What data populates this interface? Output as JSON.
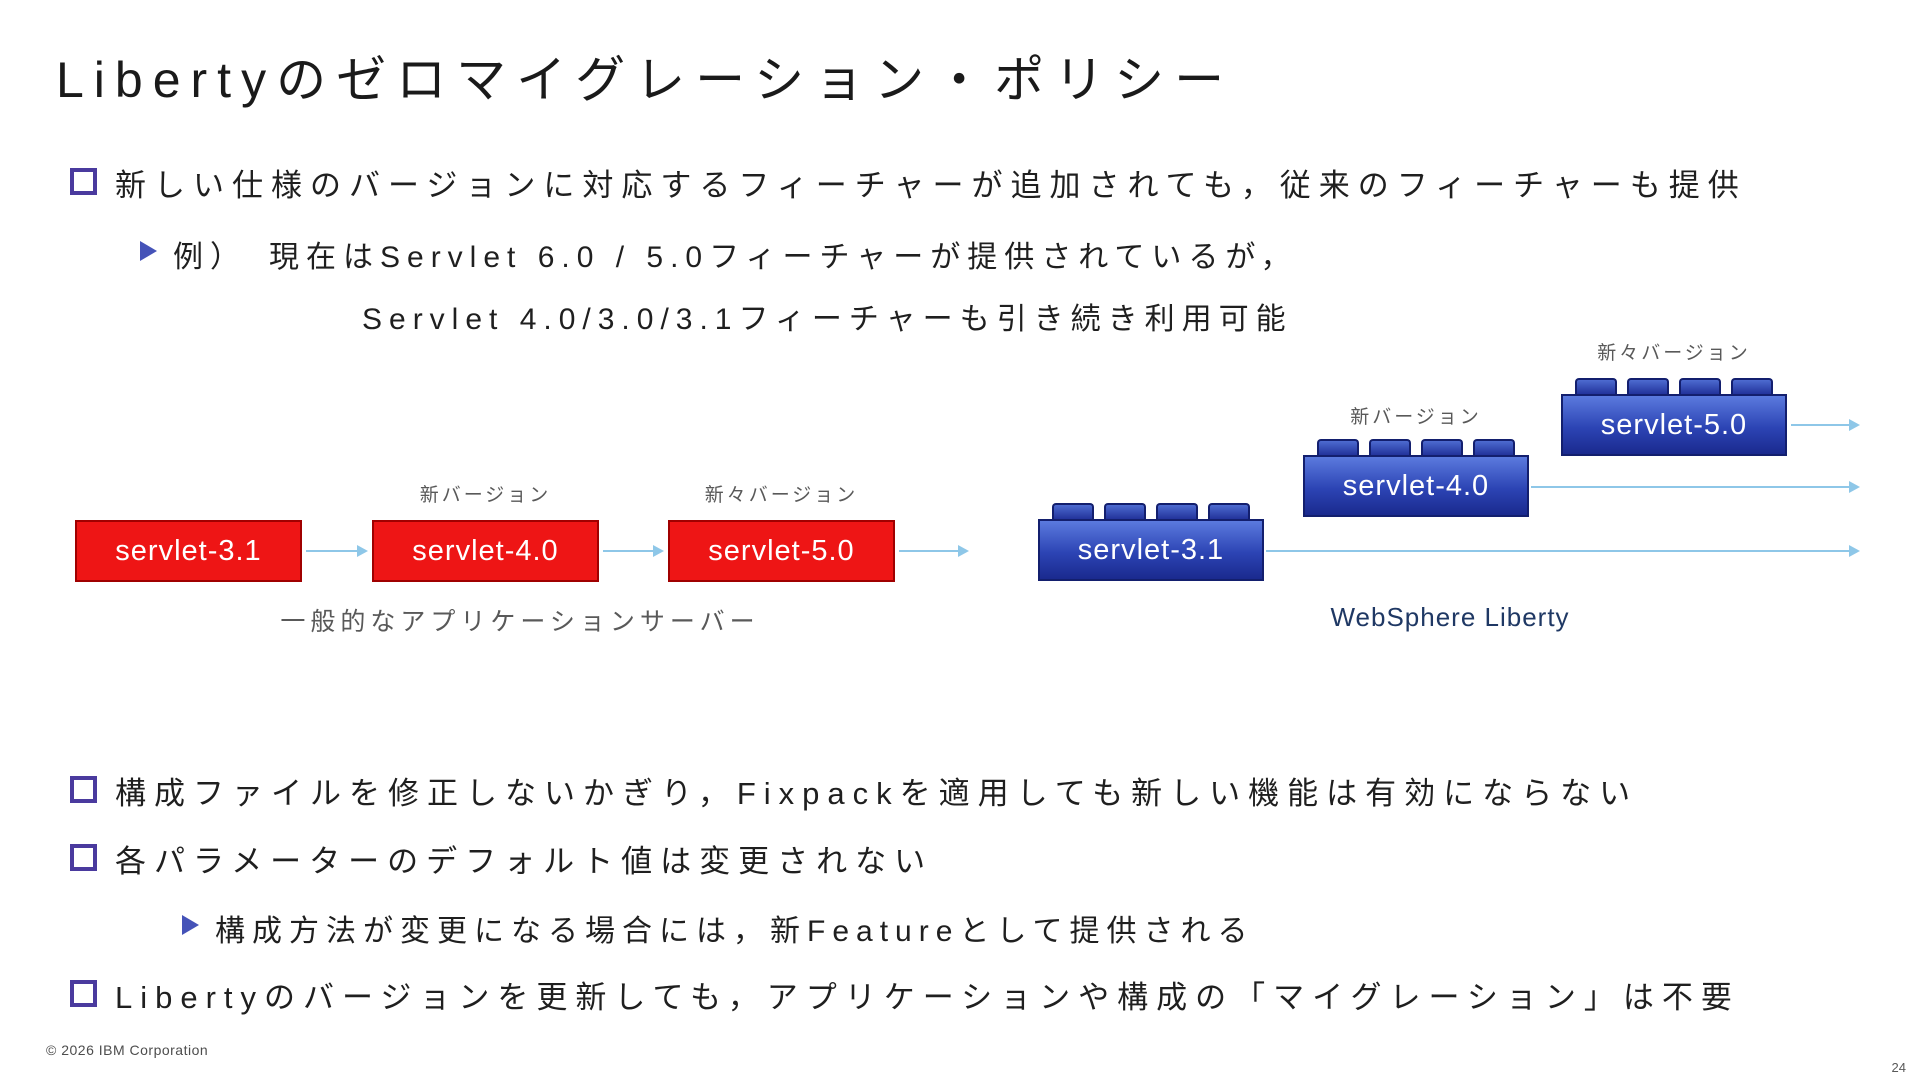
{
  "slide": {
    "title": "Libertyのゼロマイグレーション・ポリシー",
    "copyright": "© 2026 IBM Corporation",
    "page_number": "24"
  },
  "bullets": {
    "top": {
      "text": "新しい仕様のバージョンに対応するフィーチャーが追加されても，従来のフィーチャーも提供",
      "example_line1": "例）　現在はServlet 6.0 / 5.0フィーチャーが提供されているが，",
      "example_line2": "Servlet 4.0/3.0/3.1フィーチャーも引き続き利用可能"
    },
    "bottom": [
      {
        "text": "構成ファイルを修正しないかぎり，Fixpackを適用しても新しい機能は有効にならない"
      },
      {
        "text": "各パラメーターのデフォルト値は変更されない",
        "sub": "構成方法が変更になる場合には，新Featureとして提供される"
      },
      {
        "text": "Libertyのバージョンを更新しても，アプリケーションや構成の「マイグレーション」は不要"
      }
    ]
  },
  "diagram": {
    "left": {
      "caption": "一般的なアプリケーションサーバー",
      "boxes": [
        {
          "label": "servlet-3.1"
        },
        {
          "label": "servlet-4.0",
          "tag": "新バージョン"
        },
        {
          "label": "servlet-5.0",
          "tag": "新々バージョン"
        }
      ]
    },
    "right": {
      "caption": "WebSphere Liberty",
      "bricks": [
        {
          "label": "servlet-3.1"
        },
        {
          "label": "servlet-4.0",
          "tag": "新バージョン"
        },
        {
          "label": "servlet-5.0",
          "tag": "新々バージョン"
        }
      ]
    }
  },
  "icons": {
    "square_bullet": "purple-outline-square",
    "arrow_bullet": "blue-right-arrowhead",
    "flow_arrow": "light-blue-right-arrow"
  },
  "colors": {
    "bullet_accent": "#4a3a9e",
    "arrow_bullet": "#4553b8",
    "red_box_fill": "#ee1515",
    "red_box_border": "#a00000",
    "brick_fill_top": "#5b7ade",
    "brick_fill_bottom": "#1a2a8e",
    "brick_border": "#131f6e",
    "flow_arrow": "#8ec7e8",
    "muted_text": "#595959",
    "caption_right_text": "#1f3864"
  }
}
